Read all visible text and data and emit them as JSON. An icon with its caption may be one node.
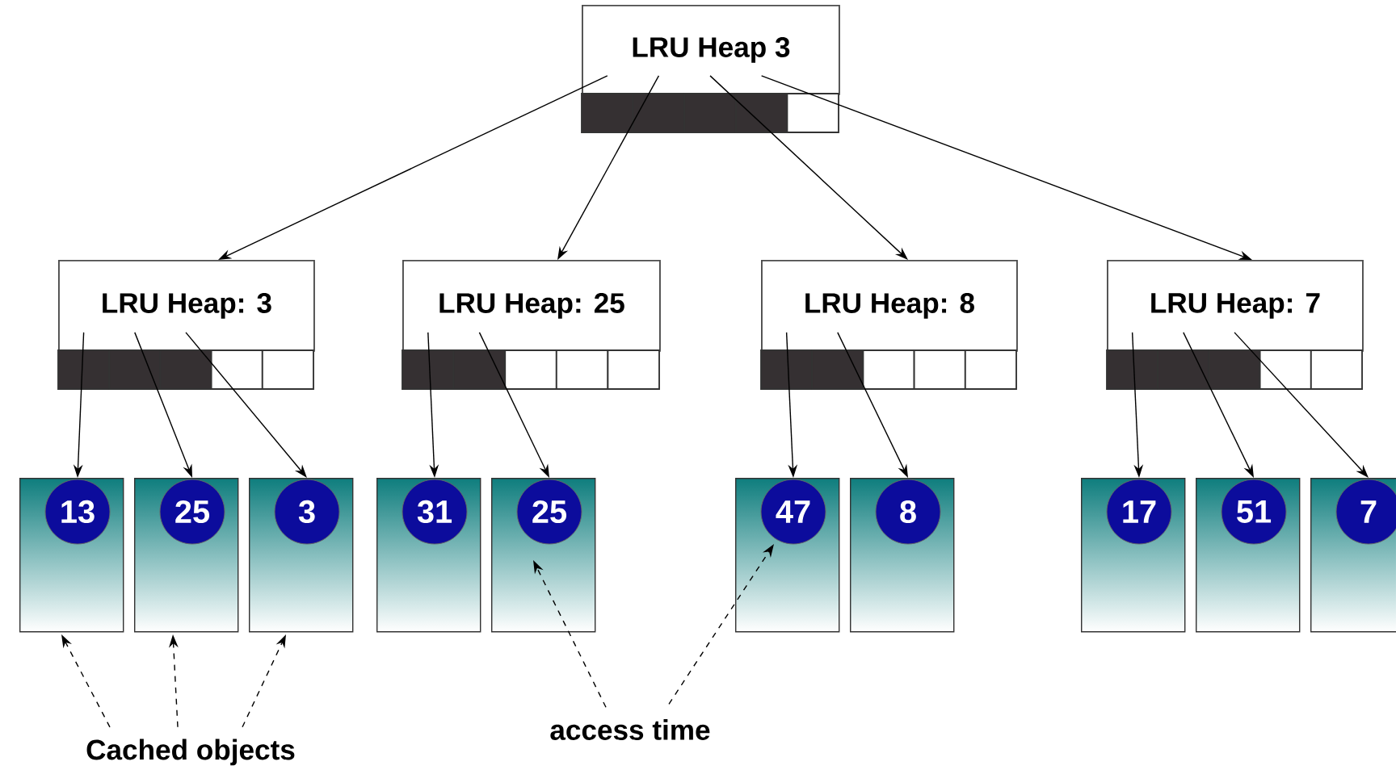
{
  "diagram": {
    "nodes": [
      {
        "text": [
          "LRU Heap 3"
        ]
      },
      {
        "text": [
          "LRU Heap: 3"
        ]
      },
      {
        "text": [
          "LRU Heap: 25"
        ]
      },
      {
        "text": [
          "LRU Heap: 8"
        ]
      },
      {
        "text": [
          "LRU Heap: 7"
        ]
      },
      {
        "text": [
          "13"
        ]
      },
      {
        "text": [
          "25"
        ]
      },
      {
        "text": [
          "3"
        ]
      },
      {
        "text": [
          "31"
        ]
      },
      {
        "text": [
          "25"
        ]
      },
      {
        "text": [
          "47"
        ]
      },
      {
        "text": [
          "8"
        ]
      },
      {
        "text": [
          "17"
        ]
      },
      {
        "text": [
          "51"
        ]
      },
      {
        "text": [
          "7"
        ]
      },
      {
        "text": [
          "Cached objects"
        ]
      },
      {
        "text": [
          "access time"
        ]
      }
    ],
    "edges": [
      {
        "from": 0,
        "to": 1,
        "arrow": "to"
      },
      {
        "from": 0,
        "to": 2,
        "arrow": "to"
      },
      {
        "from": 0,
        "to": 3,
        "arrow": "to"
      },
      {
        "from": 0,
        "to": 4,
        "arrow": "to"
      },
      {
        "from": 1,
        "to": 5,
        "arrow": "to"
      },
      {
        "from": 1,
        "to": 6,
        "arrow": "to"
      },
      {
        "from": 1,
        "to": 7,
        "arrow": "to"
      },
      {
        "from": 2,
        "to": 8,
        "arrow": "to"
      },
      {
        "from": 2,
        "to": 9,
        "arrow": "to"
      },
      {
        "from": 3,
        "to": 10,
        "arrow": "to"
      },
      {
        "from": 3,
        "to": 11,
        "arrow": "to"
      },
      {
        "from": 4,
        "to": 12,
        "arrow": "to"
      },
      {
        "from": 4,
        "to": 13,
        "arrow": "to"
      },
      {
        "from": 4,
        "to": 14,
        "arrow": "to"
      },
      {
        "from": 15,
        "to": 5,
        "arrow": "to",
        "style": "dashed"
      },
      {
        "from": 15,
        "to": 6,
        "arrow": "to",
        "style": "dashed"
      },
      {
        "from": 15,
        "to": 7,
        "arrow": "to",
        "style": "dashed"
      },
      {
        "from": 16,
        "to": 9,
        "arrow": "to",
        "style": "dashed"
      },
      {
        "from": 16,
        "to": 10,
        "arrow": "to",
        "style": "dashed"
      }
    ]
  }
}
